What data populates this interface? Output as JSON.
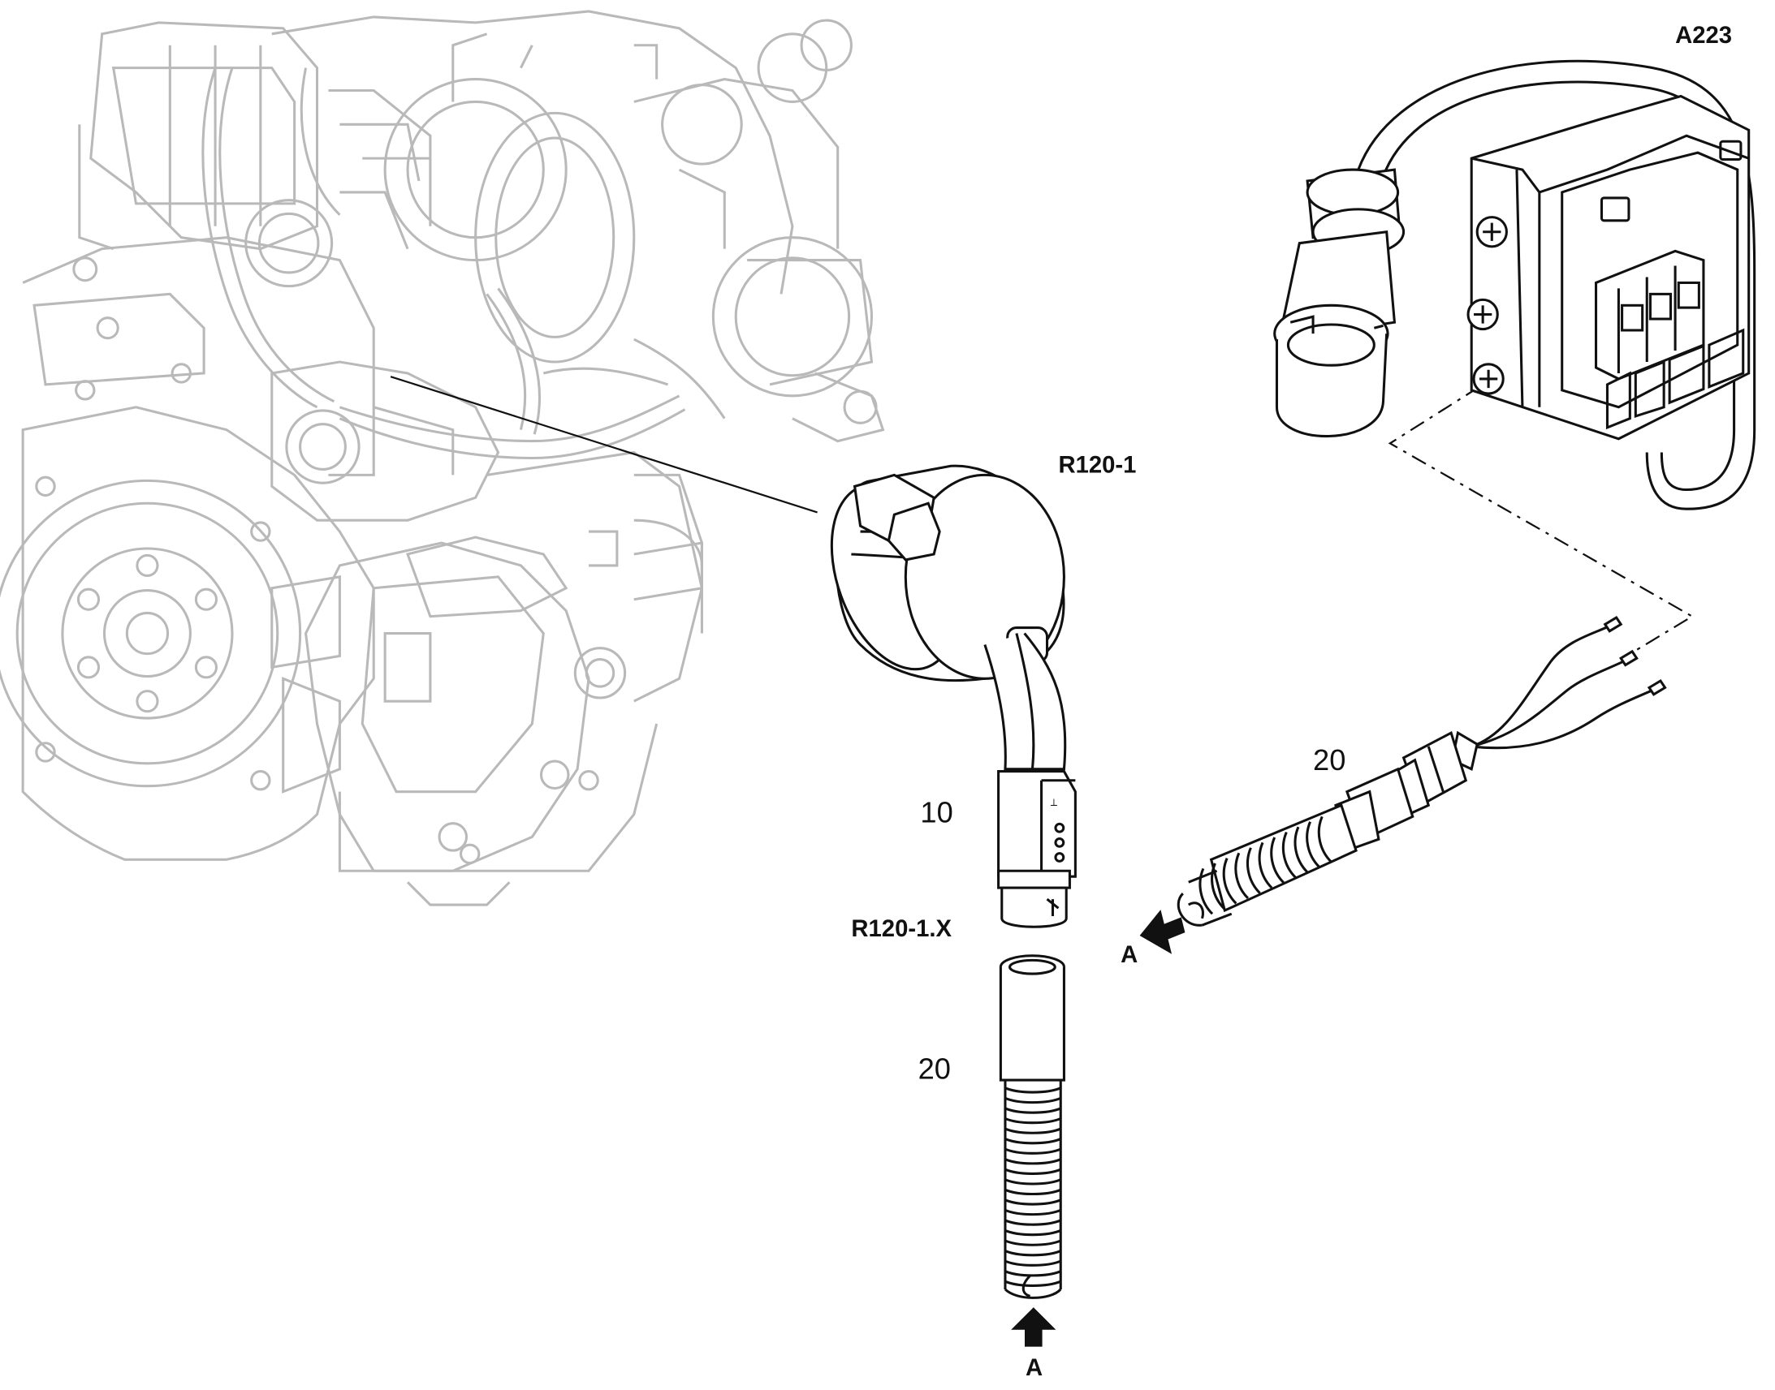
{
  "labels": {
    "connector_box": "A223",
    "sensor": "R120-1",
    "sensor_plug": "R120-1.X",
    "item_10": "10",
    "item_20_vertical": "20",
    "item_20_diagonal": "20",
    "view_a_right": "A",
    "view_a_bottom": "A"
  },
  "colors": {
    "part_stroke": "#111111",
    "engine_stroke": "#b9b9b9",
    "background": "#ffffff"
  },
  "icons": {
    "arrow_right_view": "arrow-left-icon",
    "arrow_bottom_view": "arrow-up-icon"
  }
}
